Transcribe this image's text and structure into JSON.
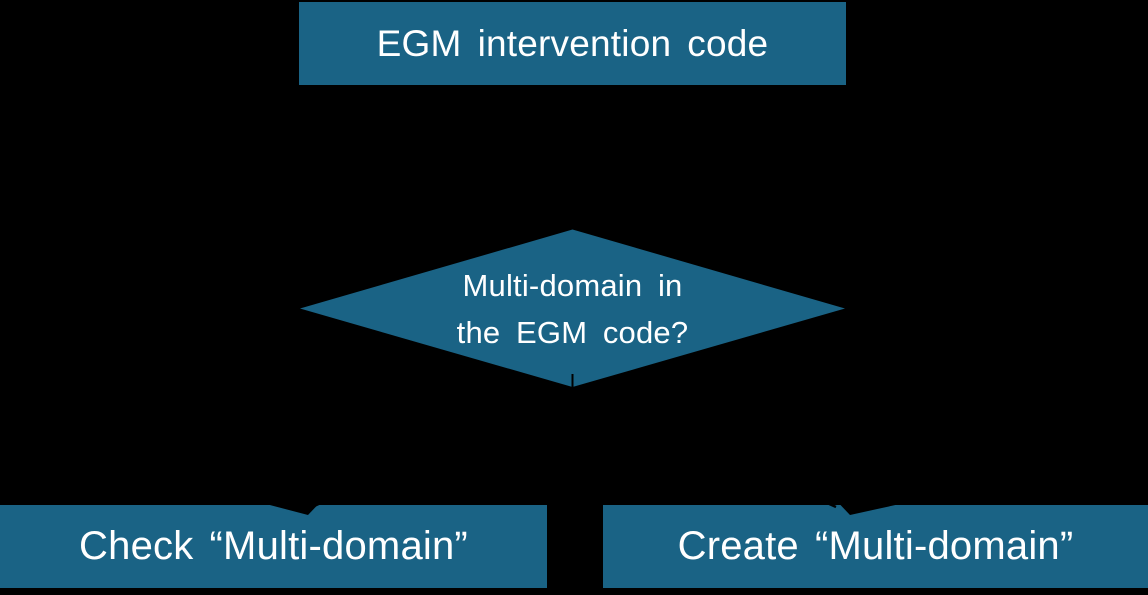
{
  "style": {
    "background": "#000000",
    "node_fill": "#1A6385",
    "node_text_color": "#FFFFFF",
    "connector_color": "#000000"
  },
  "flowchart": {
    "start": {
      "label": "EGM intervention code"
    },
    "decision": {
      "label": "Multi-domain in the EGM code?",
      "line1": "Multi-domain in",
      "line2": "the EGM code?"
    },
    "branch_left": {
      "label": "Check “Multi-domain”"
    },
    "branch_right": {
      "label": "Create “Multi-domain”"
    }
  }
}
